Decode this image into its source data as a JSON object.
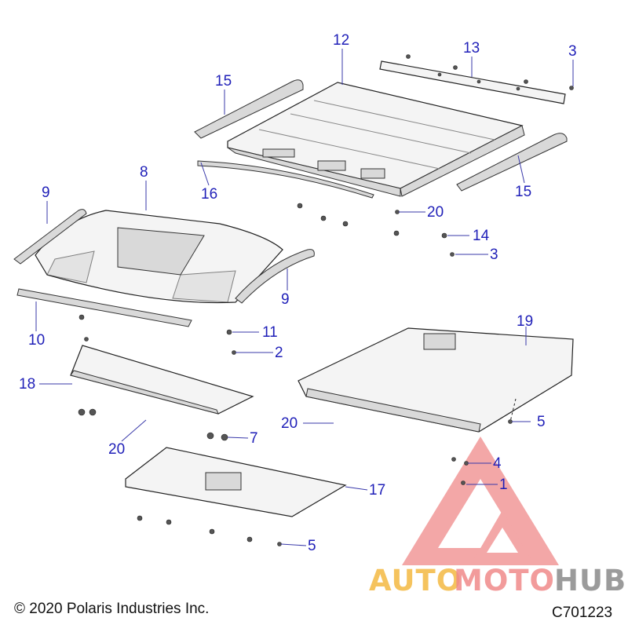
{
  "callouts": [
    {
      "id": "c12",
      "label": "12"
    },
    {
      "id": "c13",
      "label": "13"
    },
    {
      "id": "c3a",
      "label": "3"
    },
    {
      "id": "c15a",
      "label": "15"
    },
    {
      "id": "c15b",
      "label": "15"
    },
    {
      "id": "c16",
      "label": "16"
    },
    {
      "id": "c8",
      "label": "8"
    },
    {
      "id": "c9a",
      "label": "9"
    },
    {
      "id": "c9b",
      "label": "9"
    },
    {
      "id": "c20a",
      "label": "20"
    },
    {
      "id": "c14",
      "label": "14"
    },
    {
      "id": "c3b",
      "label": "3"
    },
    {
      "id": "c10",
      "label": "10"
    },
    {
      "id": "c11",
      "label": "11"
    },
    {
      "id": "c2",
      "label": "2"
    },
    {
      "id": "c19",
      "label": "19"
    },
    {
      "id": "c18",
      "label": "18"
    },
    {
      "id": "c20b",
      "label": "20"
    },
    {
      "id": "c5a",
      "label": "5"
    },
    {
      "id": "c20c",
      "label": "20"
    },
    {
      "id": "c7",
      "label": "7"
    },
    {
      "id": "c4",
      "label": "4"
    },
    {
      "id": "c1",
      "label": "1"
    },
    {
      "id": "c17",
      "label": "17"
    },
    {
      "id": "c5b",
      "label": "5"
    }
  ],
  "copyright": "© 2020 Polaris Industries Inc.",
  "diagram_code": "C701223",
  "watermark": {
    "part1": "AUTO",
    "part2": "MOTO",
    "part3": "HUB"
  },
  "colors": {
    "callout": "#1f1fb8",
    "watermark_orange": "#f4b942",
    "watermark_red": "#f08a8a",
    "watermark_gray": "#8a8a8a"
  }
}
